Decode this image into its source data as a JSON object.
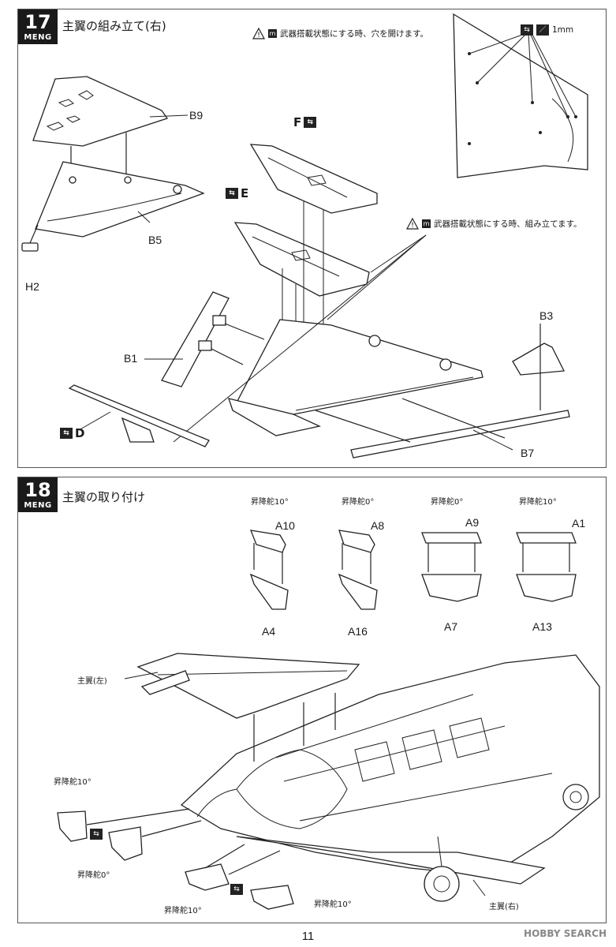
{
  "brand": "MENG",
  "page_number": "11",
  "watermark": "HOBBY SEARCH",
  "step17": {
    "number": "17",
    "title": "主翼の組み立て(右)",
    "note_top": "武器搭載状態にする時、穴を開けます。",
    "note_mid": "武器搭載状態にする時、組み立てます。",
    "note_m": "m",
    "drill_size": "1mm",
    "parts": {
      "b9": "B9",
      "b5": "B5",
      "h2": "H2",
      "f": "F",
      "e": "E",
      "b1": "B1",
      "d": "D",
      "b3": "B3",
      "b7": "B7"
    }
  },
  "step18": {
    "number": "18",
    "title": "主翼の取り付け",
    "elevator_headers": [
      "昇降舵10°",
      "昇降舵0°",
      "昇降舵0°",
      "昇降舵10°"
    ],
    "parts_top": [
      "A10",
      "A8",
      "A9",
      "A1"
    ],
    "parts_bottom": [
      "A4",
      "A16",
      "A7",
      "A13"
    ],
    "main_wing_left": "主翼(左)",
    "main_wing_right": "主翼(右)",
    "elev_10_a": "昇降舵10°",
    "elev_0": "昇降舵0°",
    "elev_10_b": "昇降舵10°",
    "elev_10_c": "昇降舵10°"
  }
}
